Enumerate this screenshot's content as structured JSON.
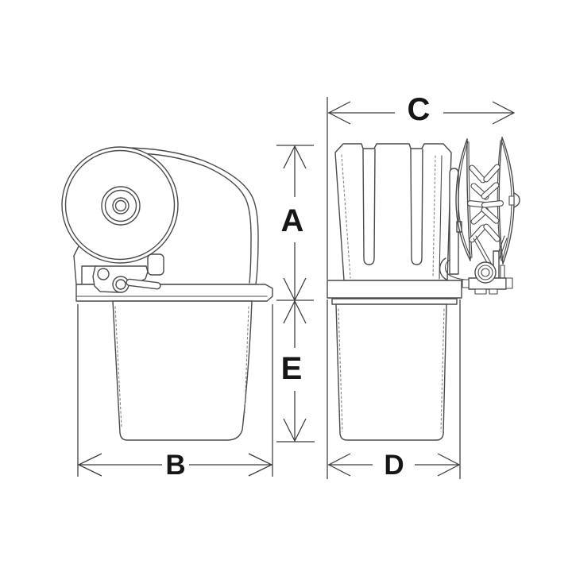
{
  "labels": {
    "a": "A",
    "b": "B",
    "c": "C",
    "d": "D",
    "e": "E"
  },
  "colors": {
    "background": "#ffffff",
    "line": "#4a4a4a",
    "dimension": "#3a3a3a",
    "label": "#161616"
  }
}
